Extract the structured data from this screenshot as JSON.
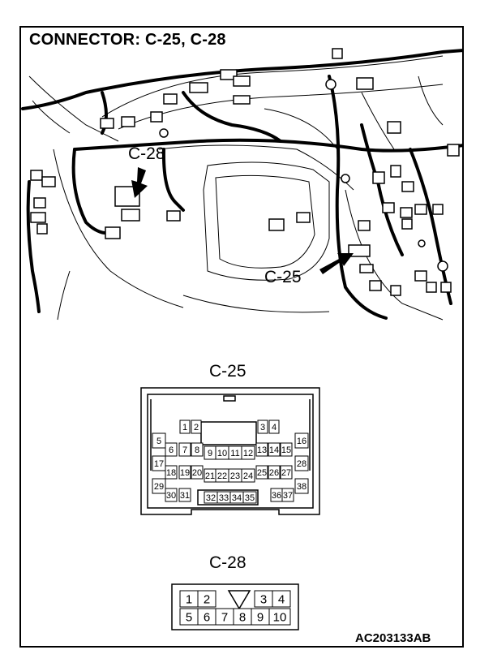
{
  "title": "CONNECTOR: C-25, C-28",
  "callouts": {
    "c28": "C-28",
    "c25": "C-25"
  },
  "c25": {
    "label": "C-25",
    "pins": [
      "1",
      "2",
      "3",
      "4",
      "5",
      "6",
      "7",
      "8",
      "9",
      "10",
      "11",
      "12",
      "13",
      "14",
      "15",
      "16",
      "17",
      "18",
      "19",
      "20",
      "21",
      "22",
      "23",
      "24",
      "25",
      "26",
      "27",
      "28",
      "29",
      "30",
      "31",
      "32",
      "33",
      "34",
      "35",
      "36",
      "37",
      "38"
    ]
  },
  "c28": {
    "label": "C-28",
    "pins": [
      "1",
      "2",
      "3",
      "4",
      "5",
      "6",
      "7",
      "8",
      "9",
      "10"
    ]
  },
  "figure_code": "AC203133AB"
}
